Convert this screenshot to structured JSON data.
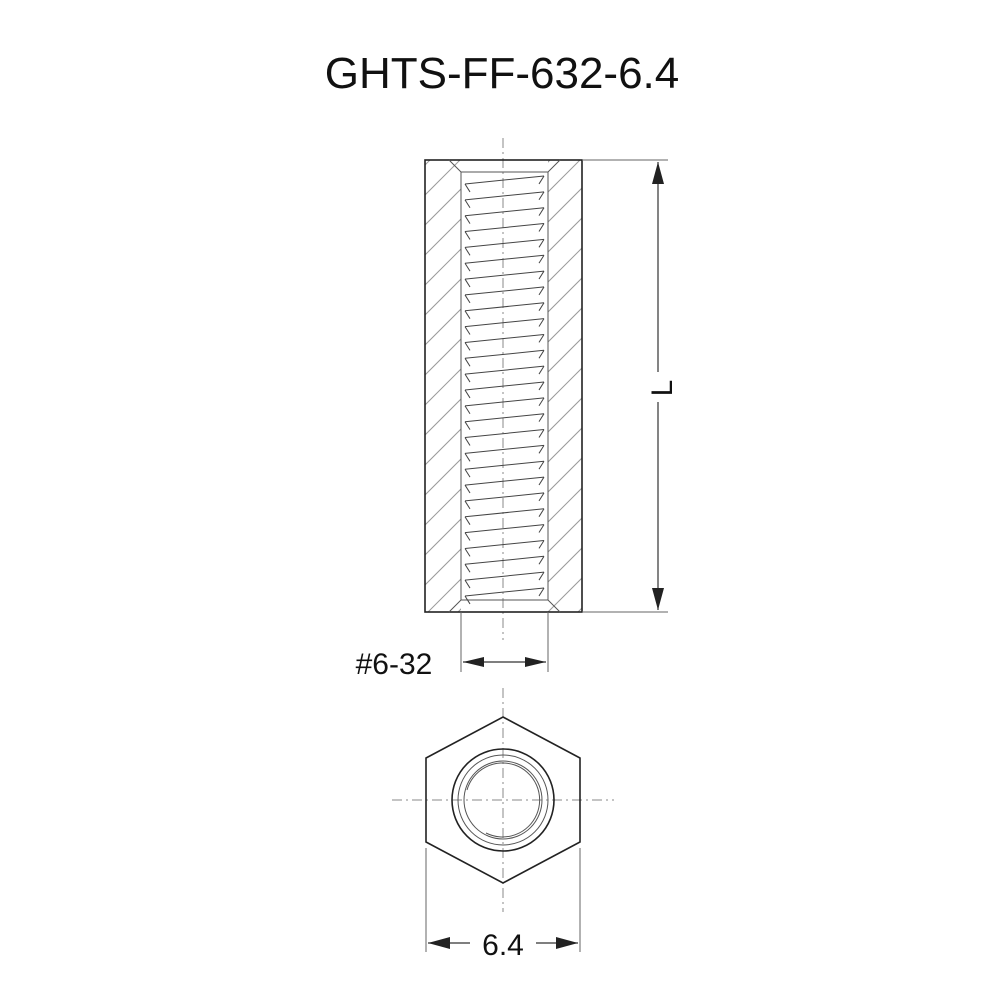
{
  "drawing": {
    "title": "GHTS-FF-632-6.4",
    "length_label": "L",
    "thread_label": "#6-32",
    "hex_width_label": "6.4"
  }
}
